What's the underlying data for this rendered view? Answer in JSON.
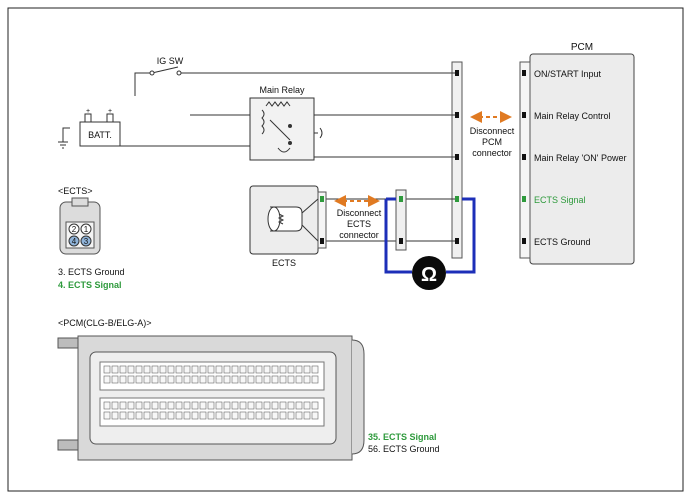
{
  "labels": {
    "pcm_title": "PCM",
    "ig_sw": "IG SW",
    "main_relay": "Main Relay",
    "batt": "BATT.",
    "ects_component": "ECTS",
    "ects_connector_heading": "<ECTS>",
    "pcm_connector_heading": "<PCM(CLG-B/ELG-A)>",
    "pin1": "1",
    "pin2": "2",
    "pin3": "3",
    "pin4": "4",
    "batt_plus_1": "+",
    "batt_plus_2": "+",
    "ohm_symbol": "Ω"
  },
  "pcm_pins": [
    {
      "label": "ON/START Input"
    },
    {
      "label": "Main Relay Control"
    },
    {
      "label": "Main Relay 'ON' Power"
    },
    {
      "label": "ECTS Signal"
    },
    {
      "label": "ECTS Ground"
    }
  ],
  "disconnect_pcm": [
    "Disconnect",
    "PCM",
    "connector"
  ],
  "disconnect_ects": [
    "Disconnect",
    "ECTS",
    "connector"
  ],
  "ects_legend": {
    "ground": "3. ECTS Ground",
    "signal": "4. ECTS Signal"
  },
  "pcm_legend": {
    "signal": "35. ECTS Signal",
    "ground": "56. ECTS Ground"
  },
  "colors": {
    "signal_green": "#2e9a3c",
    "meter_blue": "#1d2fb8",
    "arrow_orange": "#e07a22",
    "box_gray": "#e6e6e6",
    "line": "#333333"
  }
}
